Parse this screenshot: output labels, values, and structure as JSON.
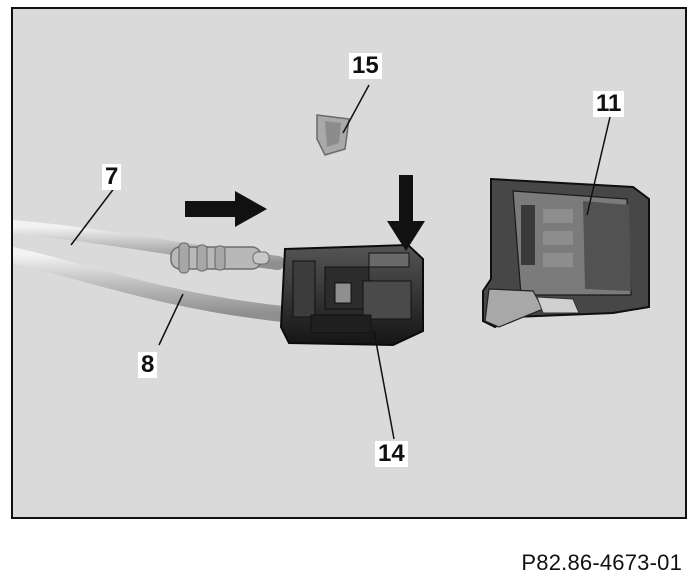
{
  "figure": {
    "callouts": {
      "c7": "7",
      "c8": "8",
      "c11": "11",
      "c14": "14",
      "c15": "15"
    },
    "caption": "P82.86-4673-01",
    "colors": {
      "background": "#d9d9d9",
      "frame": "#111111",
      "arrow": "#111111"
    }
  }
}
